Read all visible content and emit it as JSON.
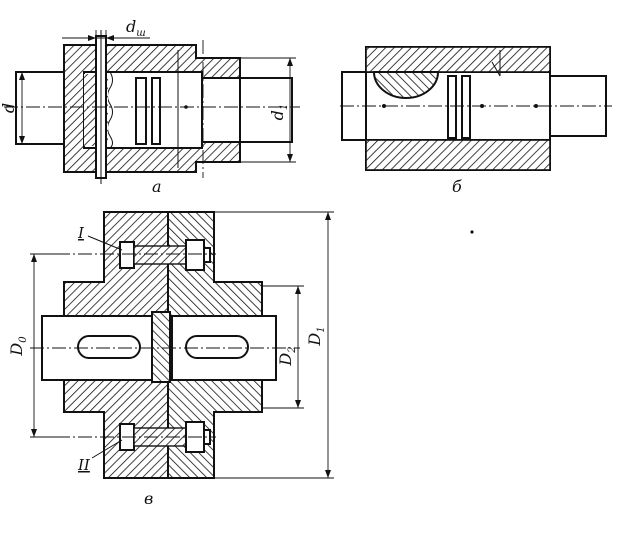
{
  "figures": {
    "a": {
      "caption": "а",
      "dim_shaft": "d",
      "dim_pin": "d",
      "dim_pin_sub": "ш",
      "dim_sleeve": "d",
      "dim_sleeve_sub": "1"
    },
    "b": {
      "caption": "б"
    },
    "v": {
      "caption": "в",
      "bolt_top_label": "I",
      "bolt_bottom_label": "II",
      "dim_bolt_circle": "D",
      "dim_bolt_circle_sub": "0",
      "dim_hub": "D",
      "dim_hub_sub": "2",
      "dim_outer": "D",
      "dim_outer_sub": "1"
    }
  }
}
